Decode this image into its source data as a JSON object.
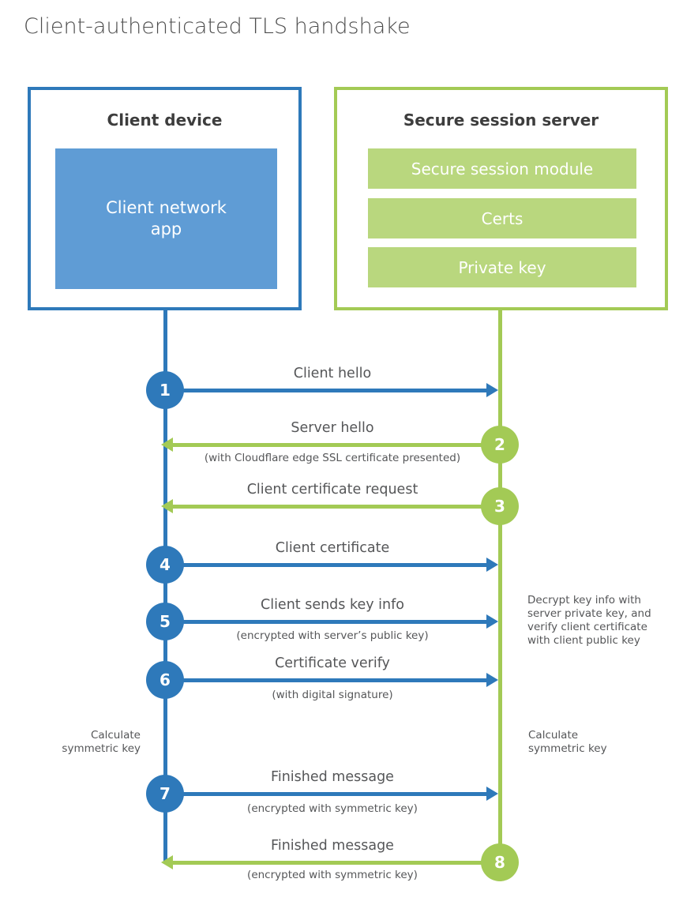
{
  "title": "Client-authenticated TLS handshake",
  "colors": {
    "blue": "#2e79ba",
    "blue_fill": "#5f9cd5",
    "green": "#a3ca55",
    "green_fill": "#b9d77e",
    "label_text": "#555658",
    "heading_text": "#3d3d3d"
  },
  "client_box": {
    "title": "Client device",
    "app_line1": "Client network",
    "app_line2": "app"
  },
  "server_box": {
    "title": "Secure session server",
    "modules": [
      "Secure session module",
      "Certs",
      "Private key"
    ]
  },
  "steps": [
    {
      "num": "1",
      "label": "Client hello",
      "sub": "",
      "direction": "right",
      "actor": "client"
    },
    {
      "num": "2",
      "label": "Server hello",
      "sub": "(with Cloudflare edge SSL certificate presented)",
      "direction": "left",
      "actor": "server"
    },
    {
      "num": "3",
      "label": "Client certificate request",
      "sub": "",
      "direction": "left",
      "actor": "server"
    },
    {
      "num": "4",
      "label": "Client certificate",
      "sub": "",
      "direction": "right",
      "actor": "client"
    },
    {
      "num": "5",
      "label": "Client sends key info",
      "sub": "(encrypted with server’s public key)",
      "direction": "right",
      "actor": "client"
    },
    {
      "num": "6",
      "label": "Certificate verify",
      "sub": "(with digital signature)",
      "direction": "right",
      "actor": "client"
    },
    {
      "num": "7",
      "label": "Finished message",
      "sub": "(encrypted with symmetric key)",
      "direction": "right",
      "actor": "client"
    },
    {
      "num": "8",
      "label": "Finished message",
      "sub": "(encrypted with symmetric key)",
      "direction": "left",
      "actor": "server"
    }
  ],
  "annotations": {
    "server_note": {
      "line1": "Decrypt key info with",
      "line2": "server private key, and",
      "line3": "verify client certificate",
      "line4": "with client public key"
    },
    "client_calc": {
      "line1": "Calculate",
      "line2": "symmetric key"
    },
    "server_calc": {
      "line1": "Calculate",
      "line2": "symmetric key"
    }
  }
}
